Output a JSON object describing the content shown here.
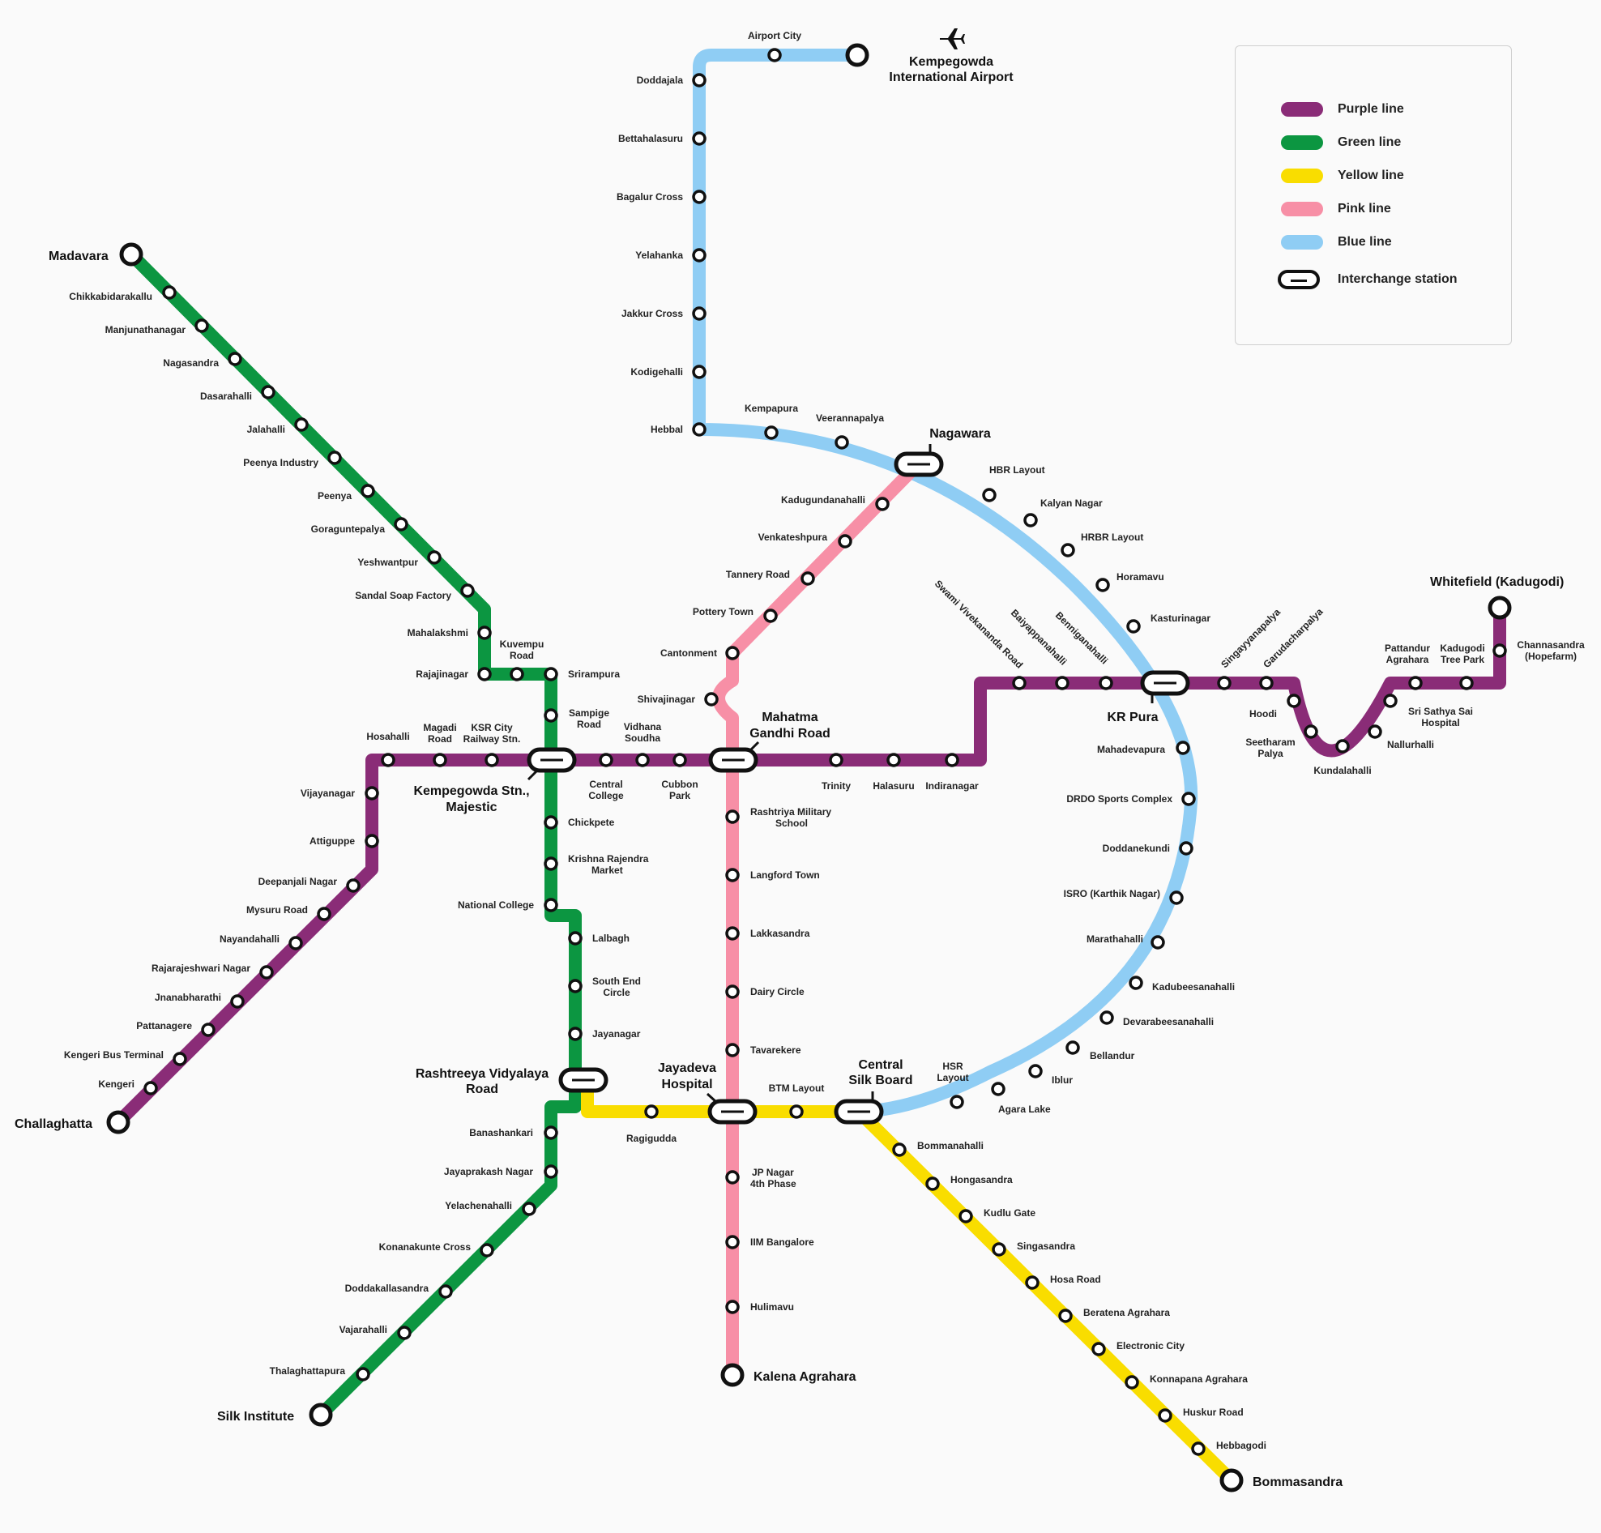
{
  "legend": {
    "purple": "Purple line",
    "green": "Green line",
    "yellow": "Yellow line",
    "pink": "Pink line",
    "blue": "Blue line",
    "interchange": "Interchange station"
  },
  "colors": {
    "purple": "#8a2c77",
    "green": "#0c9641",
    "yellow": "#f9dd00",
    "pink": "#f78fa6",
    "blue": "#8fcdf4"
  },
  "icons": {
    "airport": "airplane-icon"
  },
  "termini": {
    "madavara": "Madavara",
    "challaghatta": "Challaghatta",
    "silk_institute": "Silk Institute",
    "kalena": "Kalena Agrahara",
    "bommasandra": "Bommasandra",
    "whitefield": "Whitefield (Kadugodi)",
    "airport_1": "Kempegowda",
    "airport_2": "International Airport"
  },
  "interchanges": {
    "majestic_1": "Kempegowda Stn.,",
    "majestic_2": "Majestic",
    "mg_1": "Mahatma",
    "mg_2": "Gandhi Road",
    "nagawara": "Nagawara",
    "krpura": "KR Pura",
    "rv_1": "Rashtreeya Vidyalaya",
    "rv_2": "Road",
    "jayadeva_1": "Jayadeva",
    "jayadeva_2": "Hospital",
    "csb_1": "Central",
    "csb_2": "Silk Board"
  },
  "stations": {
    "green": [
      "Chikkabidarakallu",
      "Manjunathanagar",
      "Nagasandra",
      "Dasarahalli",
      "Jalahalli",
      "Peenya Industry",
      "Peenya",
      "Goraguntepalya",
      "Yeshwantpur",
      "Sandal Soap Factory",
      "Mahalakshmi",
      "Rajajinagar",
      "Kuvempu",
      "Road",
      "Srirampura",
      "Sampige",
      "Road",
      "Chickpete",
      "Krishna Rajendra",
      "Market",
      "National College",
      "Lalbagh",
      "South End",
      "Circle",
      "Jayanagar",
      "Banashankari",
      "Jayaprakash Nagar",
      "Yelachenahalli",
      "Konanakunte Cross",
      "Doddakallasandra",
      "Vajarahalli",
      "Thalaghattapura"
    ],
    "purple": [
      "Hosahalli",
      "Magadi",
      "Road",
      "KSR City",
      "Railway Stn.",
      "Central",
      "College",
      "Vidhana",
      "Soudha",
      "Cubbon",
      "Park",
      "Trinity",
      "Halasuru",
      "Indiranagar",
      "Vijayanagar",
      "Attiguppe",
      "Deepanjali Nagar",
      "Mysuru Road",
      "Nayandahalli",
      "Rajarajeshwari Nagar",
      "Jnanabharathi",
      "Pattanagere",
      "Kengeri Bus Terminal",
      "Kengeri",
      "Swami Vivekananda Road",
      "Baiyappanahalli",
      "Benniganahalli",
      "Singayyanapalya",
      "Garudacharpalya",
      "Hoodi",
      "Seetharam",
      "Palya",
      "Kundalahalli",
      "Nallurhalli",
      "Sri Sathya Sai",
      "Hospital",
      "Pattandur",
      "Agrahara",
      "Kadugodi",
      "Tree Park",
      "Channasandra",
      "(Hopefarm)"
    ],
    "blue": [
      "Airport City",
      "Doddajala",
      "Bettahalasuru",
      "Bagalur Cross",
      "Yelahanka",
      "Jakkur Cross",
      "Kodigehalli",
      "Hebbal",
      "Kempapura",
      "Veerannapalya",
      "HBR Layout",
      "Kalyan Nagar",
      "HRBR Layout",
      "Horamavu",
      "Kasturinagar",
      "Mahadevapura",
      "DRDO Sports Complex",
      "Doddanekundi",
      "ISRO (Karthik Nagar)",
      "Marathahalli",
      "Kadubeesanahalli",
      "Devarabeesanahalli",
      "Bellandur",
      "Iblur",
      "Agara Lake",
      "HSR",
      "Layout"
    ],
    "pink": [
      "Kadugundanahalli",
      "Venkateshpura",
      "Tannery Road",
      "Pottery Town",
      "Cantonment",
      "Shivajinagar",
      "Rashtriya Military",
      "School",
      "Langford Town",
      "Lakkasandra",
      "Dairy Circle",
      "Tavarekere",
      "JP Nagar",
      "4th Phase",
      "IIM Bangalore",
      "Hulimavu"
    ],
    "yellow": [
      "Ragigudda",
      "BTM Layout",
      "Bommanahalli",
      "Hongasandra",
      "Kudlu Gate",
      "Singasandra",
      "Hosa Road",
      "Beratena Agrahara",
      "Electronic City",
      "Konnapana Agrahara",
      "Huskur Road",
      "Hebbagodi"
    ]
  }
}
